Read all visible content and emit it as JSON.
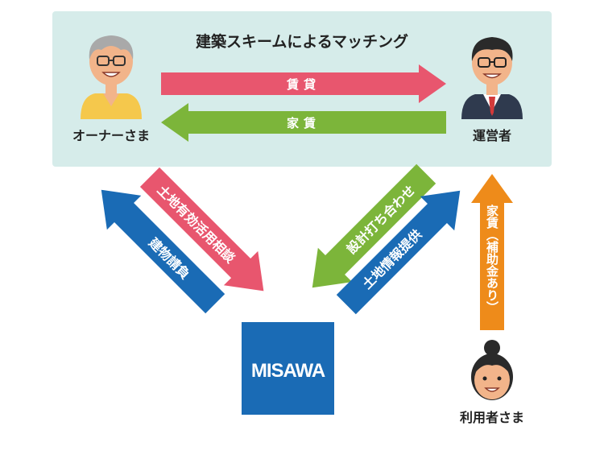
{
  "title": "建築スキームによるマッチング",
  "actors": {
    "owner": "オーナーさま",
    "operator": "運営者",
    "user": "利用者さま",
    "company": "MISAWA"
  },
  "arrows": {
    "lease": "賃貸",
    "rent": "家賃",
    "land_consult": "土地有効活用相談",
    "build_contract": "建物請負",
    "design_meeting": "設計打ち合わせ",
    "land_info": "土地情報提供",
    "rent_subsidy": "家賃（補助金あり）"
  },
  "colors": {
    "panel": "#d6ecea",
    "pink": "#e8566e",
    "green": "#7cb53a",
    "blue": "#1a6bb5",
    "orange": "#ee8b1a",
    "misawa_bg": "#1a6bb5"
  },
  "icons": {
    "owner": "elderly-man-icon",
    "operator": "businessman-icon",
    "user": "woman-icon"
  }
}
